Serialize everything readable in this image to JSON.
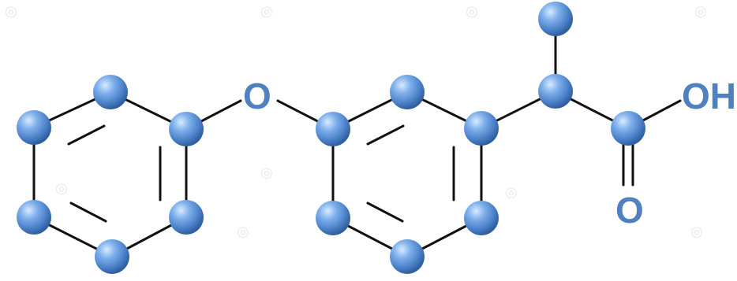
{
  "diagram": {
    "type": "skeletal-molecule",
    "atom_color": "#5b8fd6",
    "atom_highlight": "#cfe3ff",
    "atom_shadow": "#2f5f9e",
    "bond_color": "#111111",
    "label_color": "#4f80c0",
    "atom_labels": {
      "ether_oxygen": "O",
      "hydroxyl": "OH",
      "carbonyl_oxygen": "O"
    }
  }
}
